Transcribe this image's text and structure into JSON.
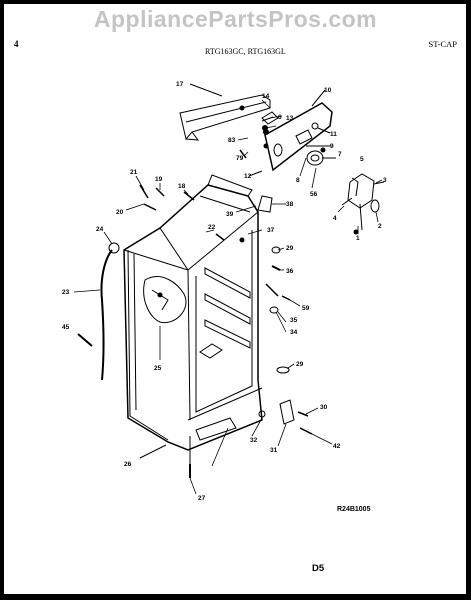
{
  "watermark": "AppliancePartsPros.com",
  "header": {
    "page_number": "4",
    "models": "RTG163GC, RTG163GL",
    "section": "ST-CAP"
  },
  "reference_code": "R24B1005",
  "footer_code": "D5",
  "labels": {
    "l17": "17",
    "l14": "14",
    "l13": "13",
    "l6": "6",
    "l83": "83",
    "l10": "10",
    "l11": "11",
    "l9": "9",
    "l79": "79",
    "l12": "12",
    "l7": "7",
    "l5": "5",
    "l8": "8",
    "l56": "56",
    "l3": "3",
    "l4": "4",
    "l2": "2",
    "l1": "1",
    "l21": "21",
    "l19": "19",
    "l18": "18",
    "l20": "20",
    "l39": "39",
    "l38": "38",
    "l22": "22",
    "l24": "24",
    "l37": "37",
    "l29a": "29",
    "l36": "36",
    "l23": "23",
    "l59": "59",
    "l35": "35",
    "l45": "45",
    "l34": "34",
    "l25": "25",
    "l29b": "29",
    "l30": "30",
    "l42": "42",
    "l31": "31",
    "l32": "32",
    "l26": "26",
    "l27": "27"
  }
}
